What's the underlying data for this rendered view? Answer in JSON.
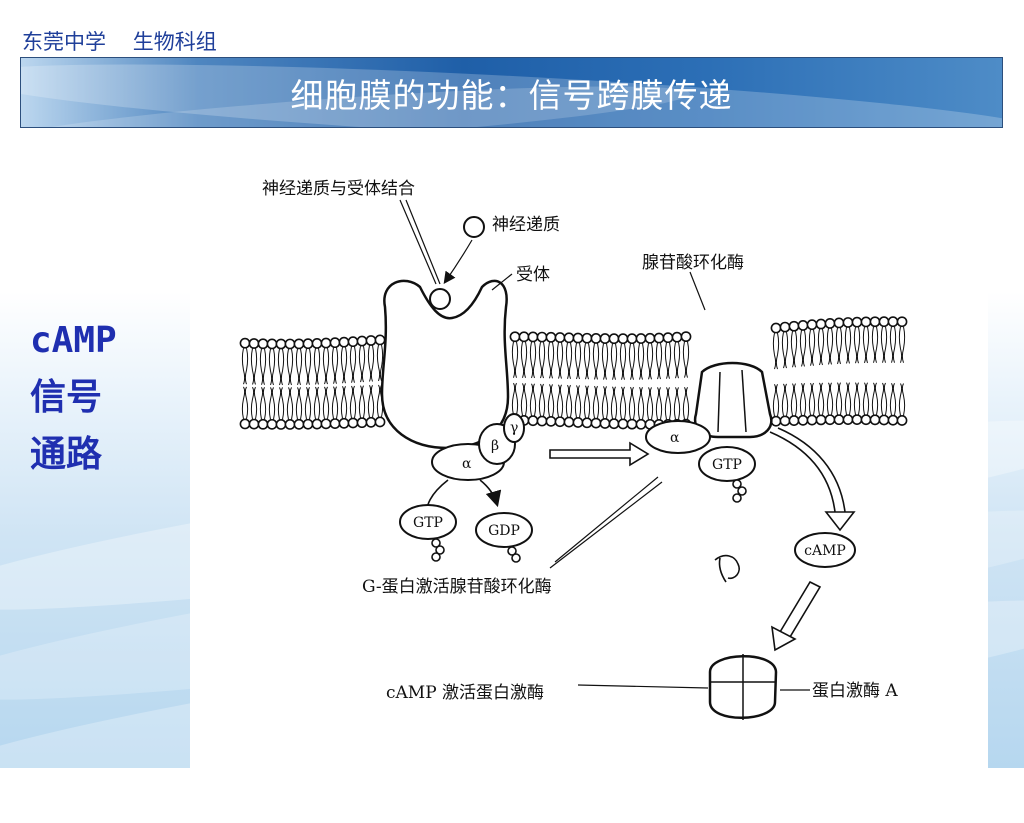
{
  "header": {
    "school": "东莞中学",
    "group": "生物科组"
  },
  "title": "细胞膜的功能：信号跨膜传递",
  "side_label": [
    "cAMP",
    "信号",
    "通路"
  ],
  "figure": {
    "labels": {
      "binding": "神经递质与受体结合",
      "neurotransmitter": "神经递质",
      "receptor": "受体",
      "adenylate_cyclase": "腺苷酸环化酶",
      "g_protein": "G-蛋白激活腺苷酸环化酶",
      "camp_activates": "cAMP 激活蛋白激酶",
      "protein_kinase": "蛋白激酶 A"
    },
    "molecules": {
      "gtp": "GTP",
      "gdp": "GDP",
      "camp": "cAMP",
      "alpha": "α",
      "beta": "β",
      "gamma": "γ"
    }
  }
}
